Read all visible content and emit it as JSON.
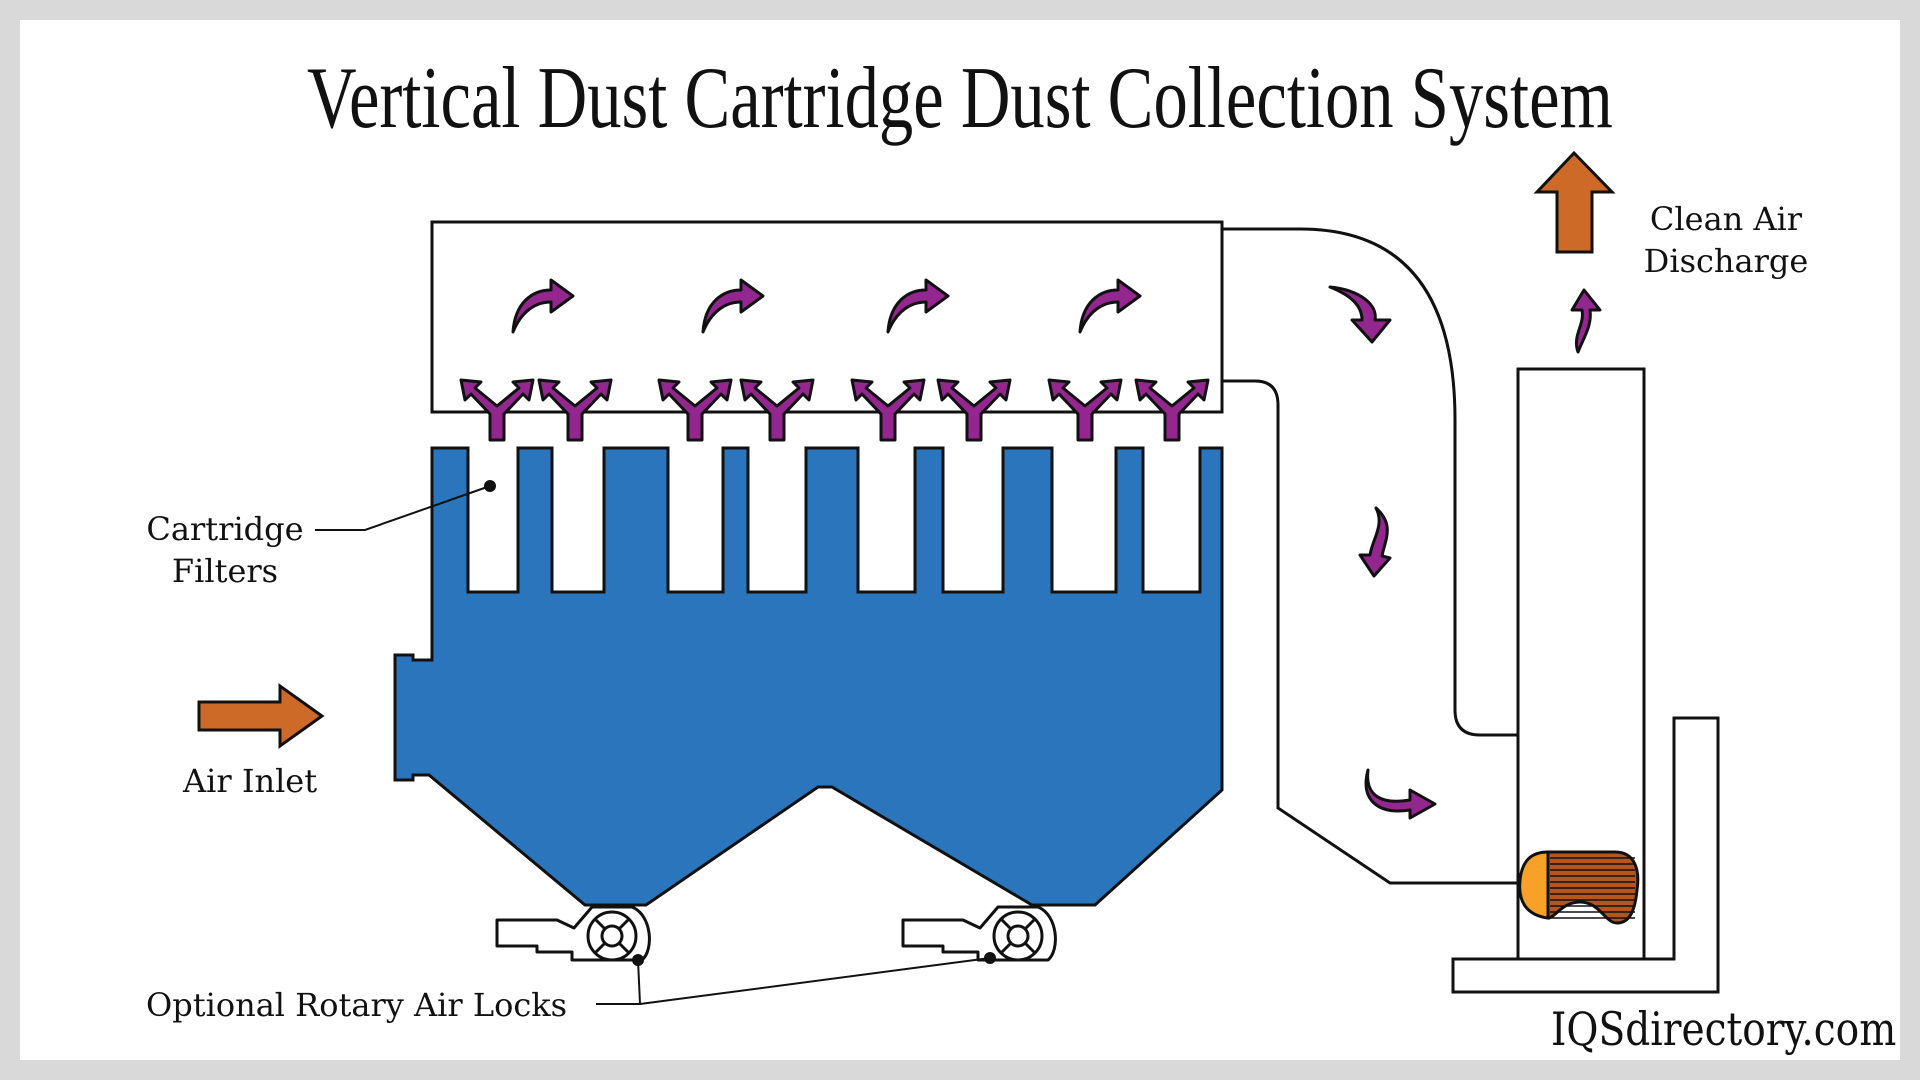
{
  "title": "Vertical Dust Cartridge Dust Collection System",
  "labels": {
    "cartridge_filters_line1": "Cartridge",
    "cartridge_filters_line2": "Filters",
    "air_inlet": "Air Inlet",
    "clean_air_line1": "Clean Air",
    "clean_air_line2": "Discharge",
    "rotary_air_locks": "Optional Rotary Air Locks"
  },
  "watermark": "IQSdirectory.com",
  "colors": {
    "background": "#d9d9d9",
    "panel": "#ffffff",
    "housing_blue": "#2a75bb",
    "airflow_purple": "#93278f",
    "inlet_outlet_orange": "#cd6a28",
    "fan_orange": "#f7a128",
    "fan_stripes": "#b5561e",
    "outline": "#111111"
  },
  "components": {
    "cartridge_filter_count": 8,
    "hopper_count": 2,
    "rotary_air_lock_count": 2,
    "pulse_jet_nozzle_count": 8,
    "plenum_flow_arrow_count": 4
  }
}
